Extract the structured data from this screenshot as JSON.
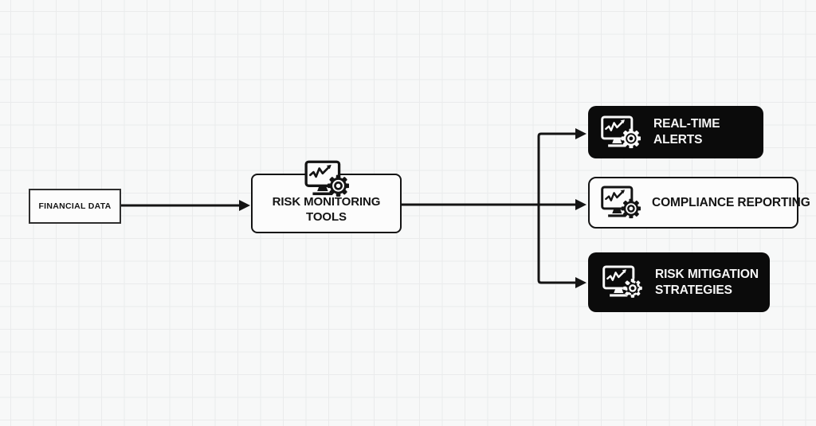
{
  "diagram": {
    "nodes": {
      "financial_data": {
        "label": "FINANCIAL DATA",
        "style": "light-rect"
      },
      "risk_monitoring_tools": {
        "line1": "RISK MONITORING",
        "line2": "TOOLS",
        "style": "light-rounded",
        "icon": "monitor-chart-gear-icon"
      },
      "real_time_alerts": {
        "line1": "REAL-TIME",
        "line2": "ALERTS",
        "style": "dark-rounded",
        "icon": "monitor-chart-gear-icon"
      },
      "compliance_reporting": {
        "label": "COMPLIANCE REPORTING",
        "style": "light-rounded",
        "icon": "monitor-chart-gear-icon"
      },
      "risk_mitigation_strategies": {
        "line1": "RISK MITIGATION",
        "line2": "STRATEGIES",
        "style": "dark-rounded",
        "icon": "monitor-chart-gear-dashed-icon"
      }
    },
    "edges": [
      {
        "from": "financial_data",
        "to": "risk_monitoring_tools"
      },
      {
        "from": "risk_monitoring_tools",
        "to": "real_time_alerts"
      },
      {
        "from": "risk_monitoring_tools",
        "to": "compliance_reporting"
      },
      {
        "from": "risk_monitoring_tools",
        "to": "risk_mitigation_strategies"
      }
    ],
    "colors": {
      "ink": "#141414",
      "node_dark": "#0b0b0b",
      "node_light": "#fcfcfc",
      "canvas_bg": "#f7f8f8",
      "grid_line": "#eaebec"
    }
  }
}
